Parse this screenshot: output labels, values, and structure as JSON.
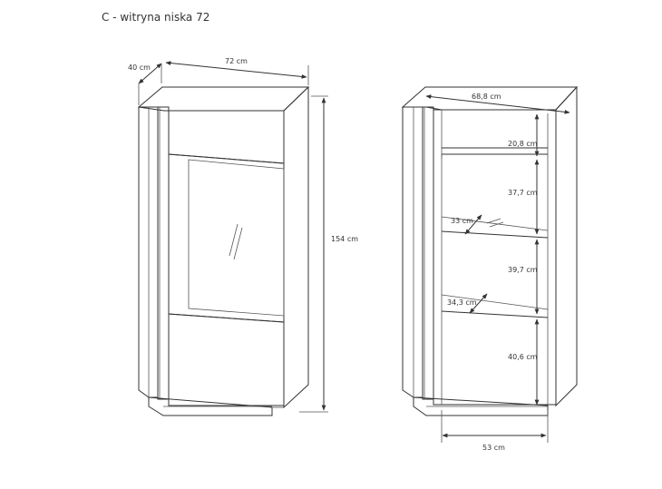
{
  "title": "C - witryna niska 72",
  "dimensions": {
    "depth": "40 cm",
    "width": "72 cm",
    "height": "154 cm",
    "inner_width": "68,8 cm",
    "shelf_1_height": "20,8 cm",
    "shelf_2_height": "37,7 cm",
    "shelf_3_height": "39,7 cm",
    "shelf_4_height": "40,6 cm",
    "shelf_depth_upper": "33 cm",
    "shelf_depth_lower": "34,3 cm",
    "base_width": "53 cm"
  }
}
